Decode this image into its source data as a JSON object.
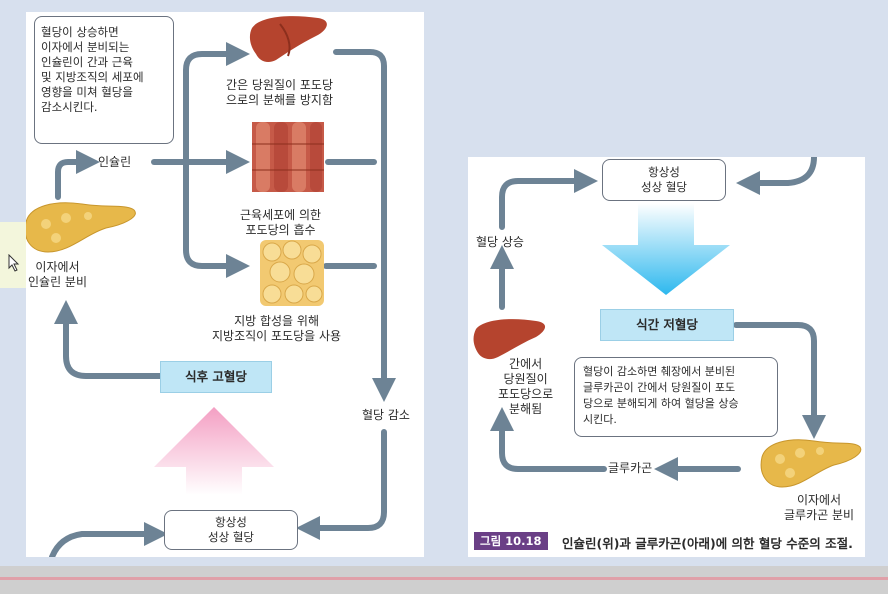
{
  "left": {
    "note": "혈당이 상승하면\n이자에서 분비되는\n인슐린이 간과 근육\n및 지방조직의 세포에\n영향을 미쳐 혈당을\n감소시킨다.",
    "insulin_label": "인슐린",
    "pancreas_label": "이자에서\n인슐린 분비",
    "liver_caption": "간은 당원질이 포도당\n으로의 분해를 방지함",
    "muscle_caption": "근육세포에 의한\n포도당의 흡수",
    "fat_caption": "지방 합성을 위해\n지방조직이 포도당을 사용",
    "after_meal": "식후 고혈당",
    "glucose_down": "혈당 감소",
    "homeostasis": "항상성\n성상 혈당"
  },
  "right": {
    "homeostasis": "항상성\n성상 혈당",
    "glucose_up": "혈당 상승",
    "fasting": "식간 저혈당",
    "liver_caption": "간에서\n당원질이\n포도당으로\n분해됨",
    "note": "혈당이 감소하면 췌장에서 분비된\n글루카곤이 간에서 당원질이 포도\n당으로 분해되게 하여 혈당을 상승\n시킨다.",
    "glucagon_label": "글루카곤",
    "pancreas_label": "이자에서\n글루카곤 분비",
    "figure_tag": "그림 10.18",
    "figure_caption": "인슐린(위)과 글루카곤(아래)에 의한 혈당 수준의 조절."
  },
  "colors": {
    "arrow": "#6d8395",
    "pink": "#f4a9c6",
    "cyan": "#3cc2ef",
    "blue_box": "#bfe6f6",
    "liver": "#b5442e",
    "pancreas": "#e7b84a",
    "fig_tag": "#6a3f86"
  }
}
